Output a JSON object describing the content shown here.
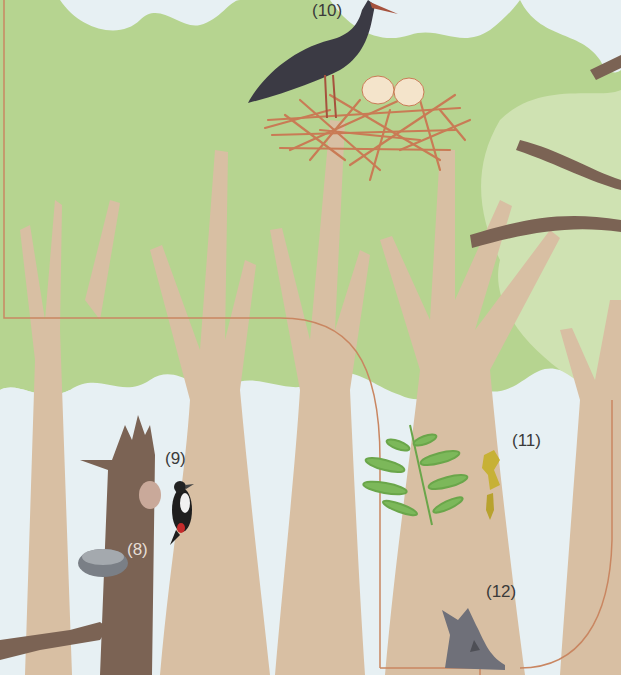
{
  "diagram": {
    "labels": [
      "(10)",
      "(11)",
      "(9)",
      "(8)",
      "(12)"
    ]
  }
}
